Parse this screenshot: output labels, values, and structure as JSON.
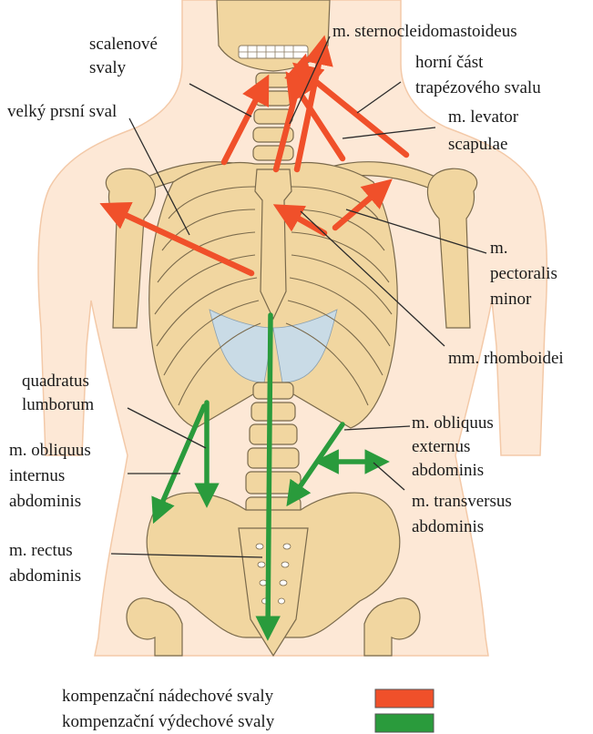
{
  "labels": {
    "scaleni": [
      "scalenové",
      "svaly"
    ],
    "sternocleido": [
      "m. sternocleidomastoideus"
    ],
    "trapezius": [
      "horní část",
      "trapézového svalu"
    ],
    "pectoralis_major": [
      "velký prsní sval"
    ],
    "levator": [
      "m. levator",
      "scapulae"
    ],
    "pectoralis_minor": [
      "m.",
      "pectoralis",
      "minor"
    ],
    "rhomboidei": [
      "mm. rhomboidei"
    ],
    "quadratus": [
      "quadratus",
      "lumborum"
    ],
    "obliquus_ext": [
      "m. obliquus",
      "externus",
      "abdominis"
    ],
    "obliquus_int": [
      "m. obliquus",
      "internus",
      "abdominis"
    ],
    "transversus": [
      "m. transversus",
      "abdominis"
    ],
    "rectus": [
      "m. rectus",
      "abdominis"
    ]
  },
  "legend": {
    "inspiratory": "kompenzační nádechové svaly",
    "expiratory": "kompenzační výdechové svaly"
  },
  "colors": {
    "inspiratory": "#f0502a",
    "expiratory": "#2a9b3c",
    "skin": "#fde8d6",
    "bone": "#f1d6a0",
    "cartilage": "#c9dbe6"
  }
}
